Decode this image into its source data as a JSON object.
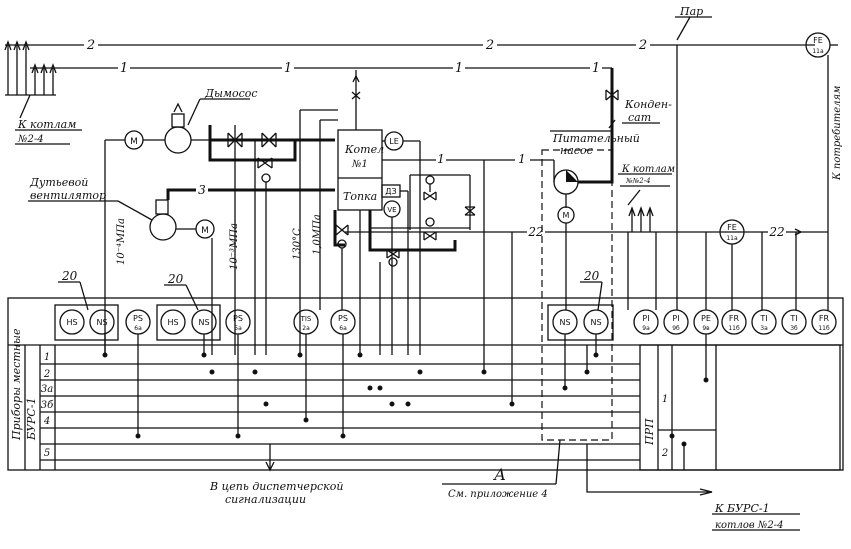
{
  "labels": {
    "par": "Пар",
    "k_potrebitelyam": "К потребителям",
    "k_kotlam_top": "К котлам",
    "k_kotlam_top_2": "№2-4",
    "dymosos": "Дымосос",
    "dutevoy": "Дутьевой",
    "dutevoy_2": "вентилятор",
    "kondensat": "Конден-",
    "kondensat_2": "сат",
    "pitatelny": "Питательный",
    "pitatelny_2": "насос",
    "k_kotlam_right": "К котлам",
    "k_kotlam_right_2": "№№2-4",
    "kotel": "Котел",
    "kotel_2": "№1",
    "topka": "Топка",
    "press_1": "10⁻⁴МПа",
    "press_2": "10⁻³МПа",
    "press_3": "1,0МПа",
    "temp_1": "130°С",
    "panel_main": "Приборы местные",
    "panel_burs": "БУРС-1",
    "prp": "ПРП",
    "v_tsep": "В цепь диспетчерской",
    "v_tsep_2": "сигнализации",
    "letter_a": "А",
    "sm_pril": "См. приложение 4",
    "k_burs": "К БУРС-1",
    "k_burs_2": "котлов №2-4"
  },
  "line_numbers": [
    "2",
    "1",
    "3",
    "22"
  ],
  "callouts": [
    "20",
    "20",
    "20"
  ],
  "panel_rows": [
    "1",
    "2",
    "3а",
    "3б",
    "4",
    "5"
  ],
  "prp_rows": [
    "1",
    "2"
  ],
  "process_instruments": [
    {
      "top": "M",
      "bot": ""
    },
    {
      "top": "M",
      "bot": ""
    },
    {
      "top": "M",
      "bot": ""
    },
    {
      "top": "LE",
      "bot": ""
    },
    {
      "top": "ДЗ",
      "bot": ""
    },
    {
      "top": "VE",
      "bot": ""
    },
    {
      "top": "FE",
      "bot": "11а"
    },
    {
      "top": "FE",
      "bot": "11а"
    }
  ],
  "panel_instruments": [
    {
      "top": "HS",
      "bot": ""
    },
    {
      "top": "NS",
      "bot": ""
    },
    {
      "top": "PS",
      "bot": "6а"
    },
    {
      "top": "HS",
      "bot": ""
    },
    {
      "top": "NS",
      "bot": ""
    },
    {
      "top": "PS",
      "bot": "5а"
    },
    {
      "top": "TIS",
      "bot": "2а"
    },
    {
      "top": "PS",
      "bot": "6а"
    },
    {
      "top": "NS",
      "bot": ""
    },
    {
      "top": "NS",
      "bot": ""
    },
    {
      "top": "PI",
      "bot": "9а"
    },
    {
      "top": "PI",
      "bot": "9б"
    },
    {
      "top": "PE",
      "bot": "9в"
    },
    {
      "top": "FR",
      "bot": "11б"
    },
    {
      "top": "TI",
      "bot": "3а"
    },
    {
      "top": "TI",
      "bot": "3б"
    },
    {
      "top": "FR",
      "bot": "11б"
    }
  ]
}
